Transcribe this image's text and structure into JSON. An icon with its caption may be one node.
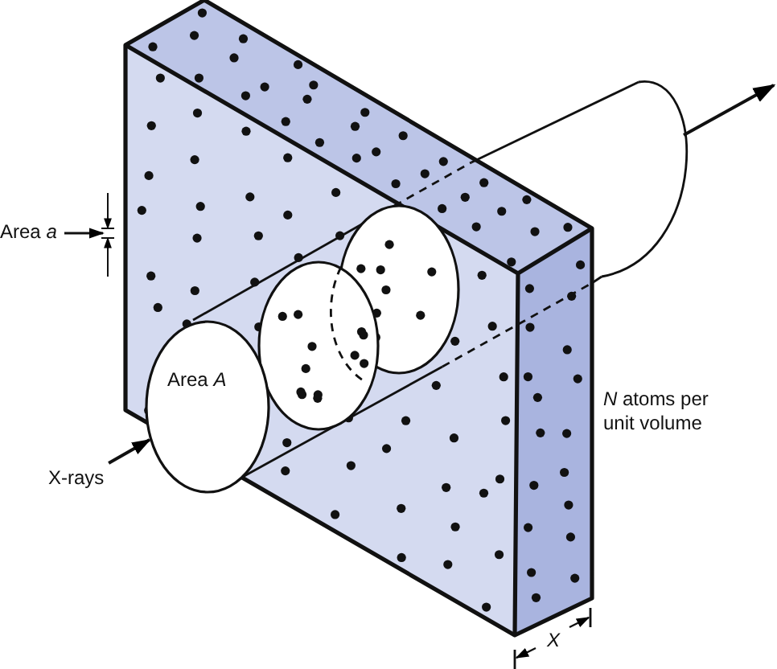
{
  "diagram": {
    "nodes": [
      {
        "text": [
          "Area *a*"
        ]
      },
      {
        "text": [
          "Area *A*"
        ]
      },
      {
        "text": [
          "X-rays"
        ]
      }
    ],
    "edges": [
      {
        "from": 0,
        "to": null,
        "arrow": "to"
      },
      {
        "from": 2,
        "to": 1,
        "arrow": "to"
      }
    ],
    "labels": [
      "*N* atoms per unit volume",
      "X"
    ]
  }
}
